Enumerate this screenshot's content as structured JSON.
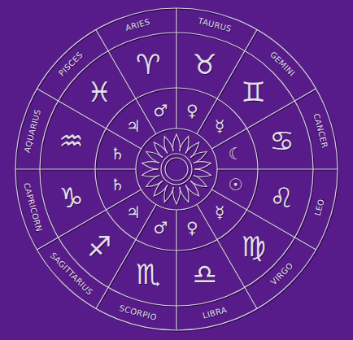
{
  "diagram": {
    "labels": [
      "ARIES",
      "TAURUS",
      "GEMINI",
      "CANCER",
      "LEO",
      "VIRGO",
      "LIBRA",
      "SCORPIO",
      "SAGITTARIUS",
      "CAPRICORN",
      "AQUARIUS",
      "PISCES",
      "♈",
      "♉",
      "♊",
      "♋",
      "♌",
      "♍",
      "♎",
      "♏",
      "♐",
      "♑",
      "♒",
      "♓",
      "♂",
      "♀",
      "☿",
      "☾",
      "☉",
      "☿",
      "♀",
      "♂",
      "♃",
      "♄",
      "♄",
      "♃"
    ]
  }
}
